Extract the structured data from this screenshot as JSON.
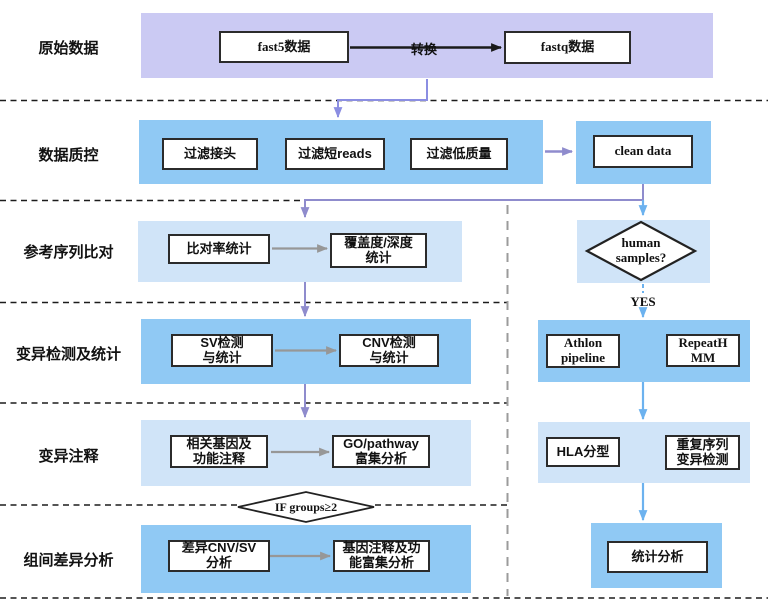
{
  "rows": [
    {
      "label": "原始数据"
    },
    {
      "label": "数据质控"
    },
    {
      "label": "参考序列比对"
    },
    {
      "label": "变异检测及统计"
    },
    {
      "label": "变异注释"
    },
    {
      "label": "组间差异分析"
    }
  ],
  "nodes": {
    "fast5": "fast5数据",
    "convert_label": "转换",
    "fastq": "fastq数据",
    "filter_adapter": "过滤接头",
    "filter_short_reads": "过滤短reads",
    "filter_low_quality": "过滤低质量",
    "clean_data": "clean data",
    "alignment_rate": "比对率统计",
    "coverage_depth": "覆盖度/深度\n统计",
    "human_samples_question": "human\nsamples?",
    "yes_label": "YES",
    "sv_detection": "SV检测\n与统计",
    "cnv_detection": "CNV检测\n与统计",
    "athlon_pipeline": "Athlon\npipeline",
    "repeathmm": "RepeatH\nMM",
    "related_genes_annotation": "相关基因及\n功能注释",
    "go_pathway_enrichment": "GO/pathway\n富集分析",
    "hla_typing": "HLA分型",
    "repeat_variant_detection": "重复序列\n变异检测",
    "if_groups_condition": "IF groups≥2",
    "diff_cnv_sv": "差异CNV/SV\n分析",
    "gene_annotation_enrichment": "基因注释及功\n能富集分析",
    "stats_analysis": "统计分析"
  },
  "colors": {
    "raw_data_band": "#cbcaf3",
    "medium_blue_band": "#90c9f4",
    "light_blue_band": "#d0e4f8",
    "purple_connector": "#8f8ccd",
    "periwinkle_connector": "#8b8ee2",
    "blue_connector": "#6cb2ef",
    "gray_connector": "#979797",
    "box_border": "#2b2b2b"
  }
}
